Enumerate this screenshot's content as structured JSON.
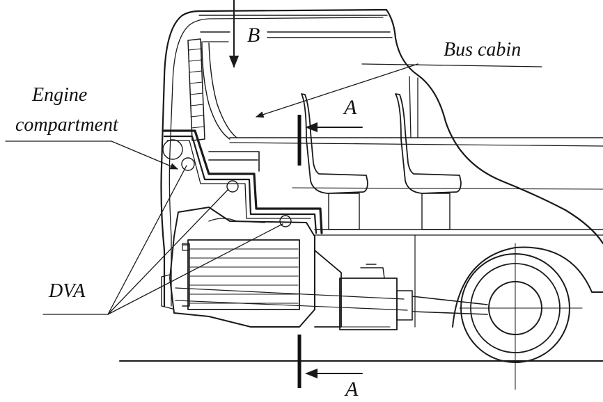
{
  "labels": {
    "bus_cabin": "Bus cabin",
    "engine_line1": "Engine",
    "engine_line2": "compartment",
    "dva": "DVA",
    "section_a_top": "A",
    "section_a_bottom": "A",
    "view_b": "B"
  },
  "colors": {
    "ink": "#1a1a1a",
    "background": "#ffffff"
  }
}
